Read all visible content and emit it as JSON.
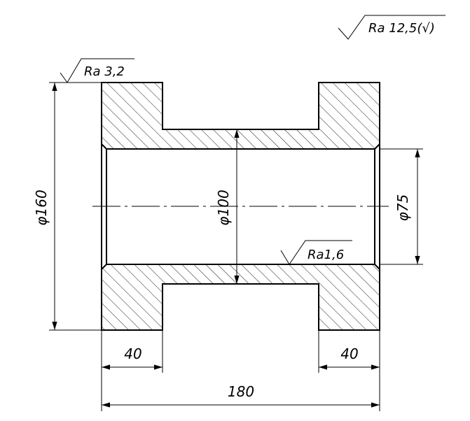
{
  "drawing": {
    "general_roughness": "Ra 12,5(√)",
    "roughness_outer_face": "Ra 3,2",
    "roughness_bore": "Ra1,6",
    "dim_outer_diameter": "φ160",
    "dim_bore_diameter": "φ100",
    "dim_end_bore_diameter": "φ75",
    "dim_flange_left": "40",
    "dim_flange_right": "40",
    "dim_total_length": "180"
  }
}
